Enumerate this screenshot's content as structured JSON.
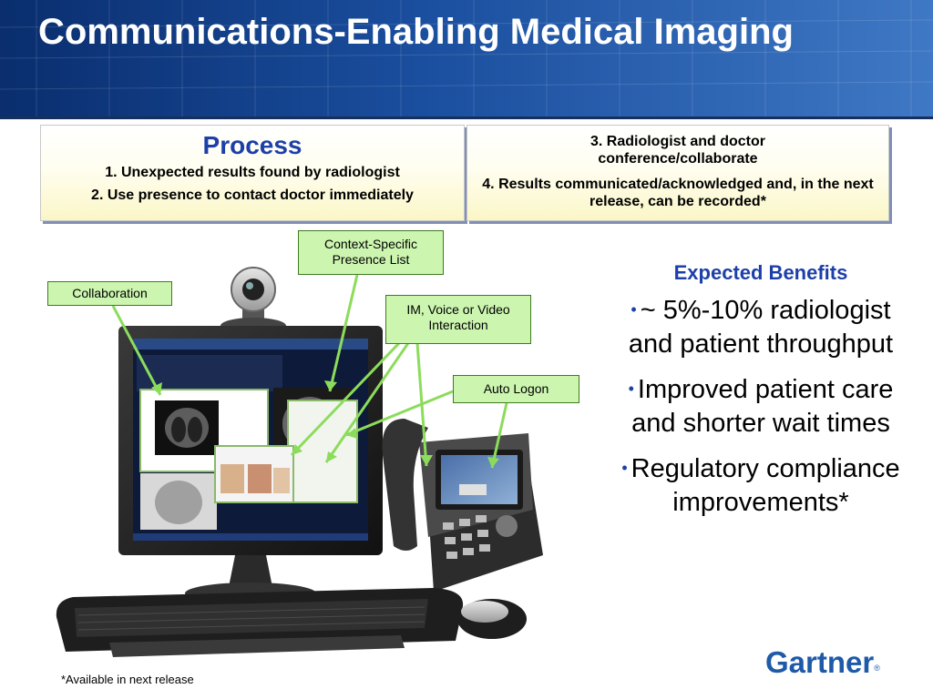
{
  "slide": {
    "title": "Communications-Enabling Medical Imaging",
    "process": {
      "heading": "Process",
      "steps": [
        "1. Unexpected results found by radiologist",
        "2. Use presence to contact doctor immediately",
        "3. Radiologist and doctor conference/collaborate",
        "4. Results communicated/acknowledged and, in the next release, can be recorded*"
      ]
    },
    "callouts": {
      "collaboration": "Collaboration",
      "presence_list": "Context-Specific Presence List",
      "interaction": "IM, Voice or Video Interaction",
      "auto_logon": "Auto Logon"
    },
    "benefits": {
      "heading": "Expected Benefits",
      "items": [
        "~ 5%-10% radiologist and patient throughput",
        "Improved patient care and shorter wait times",
        "Regulatory compliance improvements*"
      ]
    },
    "footnote": "*Available in next release",
    "logo": "Gartner"
  },
  "colors": {
    "header_blue": "#1a4e9e",
    "accent_blue": "#1d3fa8",
    "callout_green": "#ccf5b0",
    "callout_border": "#3f7a23",
    "process_fill": "#fffef0"
  }
}
